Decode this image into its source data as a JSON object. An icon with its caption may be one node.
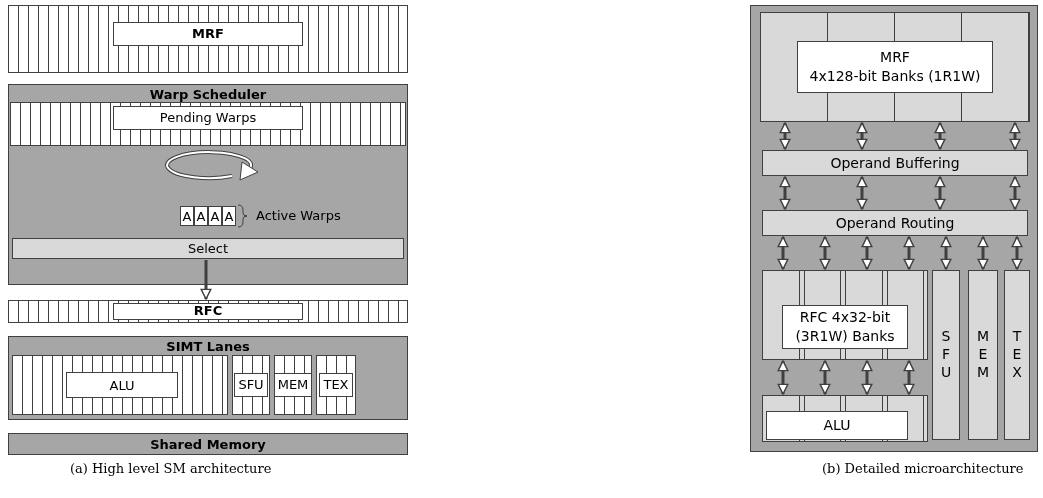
{
  "diagram": {
    "nodes": [
      {
        "text": [
          "MRF"
        ]
      },
      {
        "text": [
          "Warp Scheduler"
        ]
      },
      {
        "text": [
          "Pending Warps"
        ],
        "in": 1
      },
      {
        "text": [
          "A"
        ],
        "in": 1
      },
      {
        "text": [
          "A"
        ],
        "in": 1
      },
      {
        "text": [
          "A"
        ],
        "in": 1
      },
      {
        "text": [
          "A"
        ],
        "in": 1
      },
      {
        "text": [
          "Select"
        ],
        "in": 1
      },
      {
        "text": [
          "RFC"
        ]
      },
      {
        "text": [
          "SIMT Lanes"
        ]
      },
      {
        "text": [
          "ALU"
        ],
        "in": 9
      },
      {
        "text": [
          "SFU"
        ],
        "in": 9
      },
      {
        "text": [
          "MEM"
        ],
        "in": 9
      },
      {
        "text": [
          "TEX"
        ],
        "in": 9
      },
      {
        "text": [
          "Shared Memory"
        ]
      },
      {
        "text": [],
        "shape": "box"
      },
      {
        "text": [
          "MRF",
          "4x128-bit Banks (1R1W)"
        ],
        "in": 15
      },
      {
        "text": [
          "Operand Buffering"
        ],
        "in": 15
      },
      {
        "text": [
          "Operand Routing"
        ],
        "in": 15
      },
      {
        "text": [
          "RFC 4x32-bit (3R1W) Banks"
        ],
        "in": 15
      },
      {
        "text": [
          "SFU"
        ],
        "in": 15
      },
      {
        "text": [
          "MEM"
        ],
        "in": 15
      },
      {
        "text": [
          "TEX"
        ],
        "in": 15
      },
      {
        "text": [
          "ALU"
        ],
        "in": 15
      }
    ],
    "edges": [
      {
        "from": 7,
        "to": 8,
        "arrow": "to"
      },
      {
        "from": 16,
        "to": 17,
        "arrow": "both"
      },
      {
        "from": 16,
        "to": 17,
        "arrow": "both"
      },
      {
        "from": 16,
        "to": 17,
        "arrow": "both"
      },
      {
        "from": 16,
        "to": 17,
        "arrow": "both"
      },
      {
        "from": 17,
        "to": 18,
        "arrow": "both"
      },
      {
        "from": 17,
        "to": 18,
        "arrow": "both"
      },
      {
        "from": 17,
        "to": 18,
        "arrow": "both"
      },
      {
        "from": 17,
        "to": 18,
        "arrow": "both"
      },
      {
        "from": 18,
        "to": 19,
        "arrow": "both"
      },
      {
        "from": 18,
        "to": 19,
        "arrow": "both"
      },
      {
        "from": 18,
        "to": 19,
        "arrow": "both"
      },
      {
        "from": 18,
        "to": 19,
        "arrow": "both"
      },
      {
        "from": 18,
        "to": 20,
        "arrow": "both"
      },
      {
        "from": 18,
        "to": 21,
        "arrow": "both"
      },
      {
        "from": 18,
        "to": 22,
        "arrow": "both"
      },
      {
        "from": 19,
        "to": 23,
        "arrow": "both"
      },
      {
        "from": 19,
        "to": 23,
        "arrow": "both"
      },
      {
        "from": 19,
        "to": 23,
        "arrow": "both"
      },
      {
        "from": 19,
        "to": 23,
        "arrow": "both"
      }
    ],
    "labels": [
      "Active Warps",
      "(a) High level SM architecture",
      "(b) Detailed microarchitecture"
    ]
  }
}
